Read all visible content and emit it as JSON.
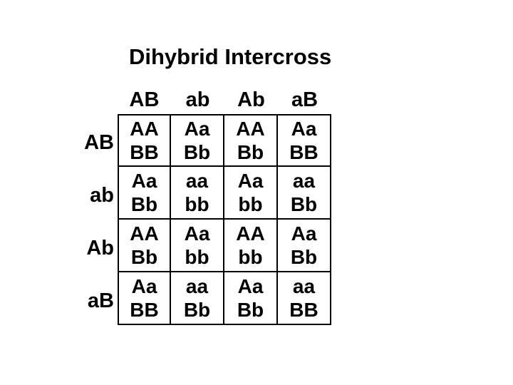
{
  "title": "Dihybrid Intercross",
  "colors": {
    "background": "#ffffff",
    "text": "#000000",
    "border": "#000000"
  },
  "punnett": {
    "col_headers": [
      "AB",
      "ab",
      "Ab",
      "aB"
    ],
    "row_headers": [
      "AB",
      "ab",
      "Ab",
      "aB"
    ],
    "cells": [
      [
        [
          "AA",
          "BB"
        ],
        [
          "Aa",
          "Bb"
        ],
        [
          "AA",
          "Bb"
        ],
        [
          "Aa",
          "BB"
        ]
      ],
      [
        [
          "Aa",
          "Bb"
        ],
        [
          "aa",
          "bb"
        ],
        [
          "Aa",
          "bb"
        ],
        [
          "aa",
          "Bb"
        ]
      ],
      [
        [
          "AA",
          "Bb"
        ],
        [
          "Aa",
          "bb"
        ],
        [
          "AA",
          "bb"
        ],
        [
          "Aa",
          "Bb"
        ]
      ],
      [
        [
          "Aa",
          "BB"
        ],
        [
          "aa",
          "Bb"
        ],
        [
          "Aa",
          "Bb"
        ],
        [
          "aa",
          "BB"
        ]
      ]
    ]
  }
}
